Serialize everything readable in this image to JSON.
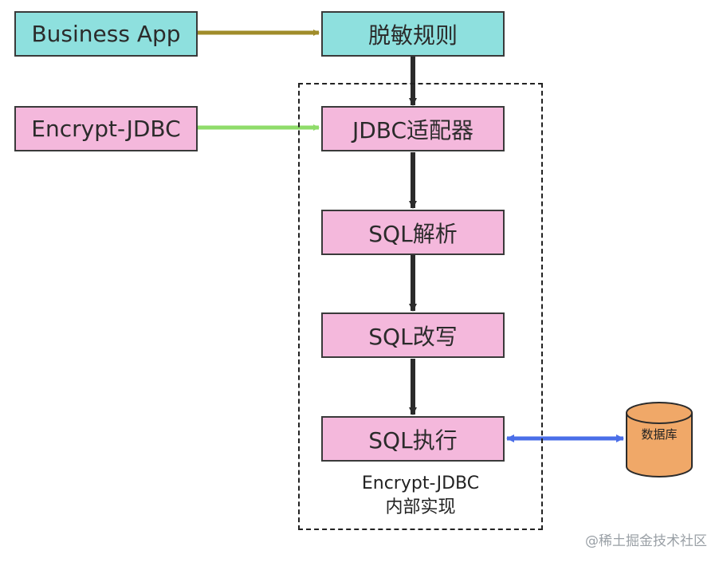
{
  "nodes": {
    "business_app": "Business App",
    "encrypt_jdbc": "Encrypt-JDBC",
    "masking_rules": "脱敏规则",
    "jdbc_adapter": "JDBC适配器",
    "sql_parse": "SQL解析",
    "sql_rewrite": "SQL改写",
    "sql_execute": "SQL执行",
    "database": "数据库"
  },
  "group": {
    "label_line1": "Encrypt-JDBC",
    "label_line2": "内部实现"
  },
  "watermark": "@稀土掘金技术社区",
  "colors": {
    "teal_fill": "#8ee0de",
    "pink_fill": "#f4b8dc",
    "db_fill": "#f0a868",
    "arrow_olive": "#a08c2a",
    "arrow_green": "#8fdc6a",
    "arrow_blue": "#4a6ee8",
    "arrow_dark": "#2b2b2b"
  }
}
